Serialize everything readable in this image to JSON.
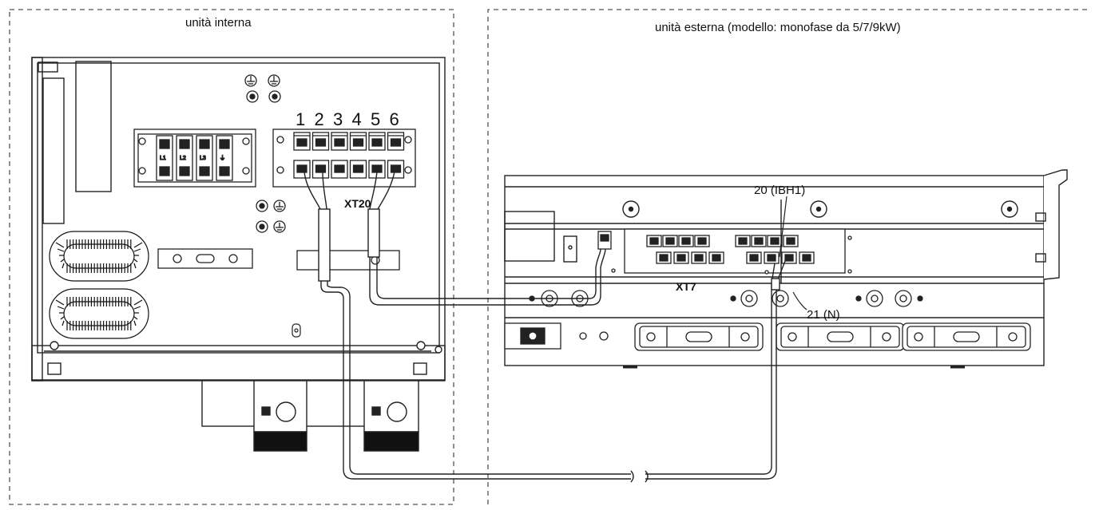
{
  "regions": {
    "indoor": {
      "label": "unità interna"
    },
    "outdoor": {
      "label": "unità esterna (modello: monofase da 5/7/9kW)"
    }
  },
  "indoor_terminal_block": {
    "name": "XT20",
    "terminal_numbers": [
      "1",
      "2",
      "3",
      "4",
      "5",
      "6"
    ]
  },
  "indoor_power_block": {
    "terminal_marks": [
      "L1",
      "L2",
      "L3",
      "⏚"
    ]
  },
  "outdoor_terminal_block": {
    "name": "XT7",
    "terminals": [
      {
        "label": "20 (IBH1)"
      },
      {
        "label": "21 (N)"
      }
    ]
  },
  "colors": {
    "line": "#222222",
    "border_dashed": "#555555",
    "panel_fill": "#ffffff",
    "grille": "#111111",
    "foot": "#111111"
  }
}
